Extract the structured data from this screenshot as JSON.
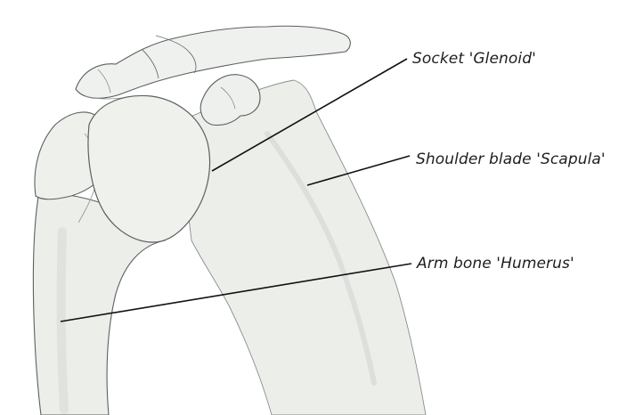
{
  "diagram": {
    "labels": [
      {
        "id": "glenoid",
        "text": "Socket 'Glenoid'"
      },
      {
        "id": "scapula",
        "text": "Shoulder blade 'Scapula'"
      },
      {
        "id": "humerus",
        "text": "Arm bone 'Humerus'"
      }
    ],
    "colors": {
      "bone_fill": "#ecefeb",
      "bone_shadow": "#dfe3de",
      "bone_outline": "#5c6060",
      "leader_line": "#111111",
      "label_text": "#1e1e1e"
    }
  }
}
